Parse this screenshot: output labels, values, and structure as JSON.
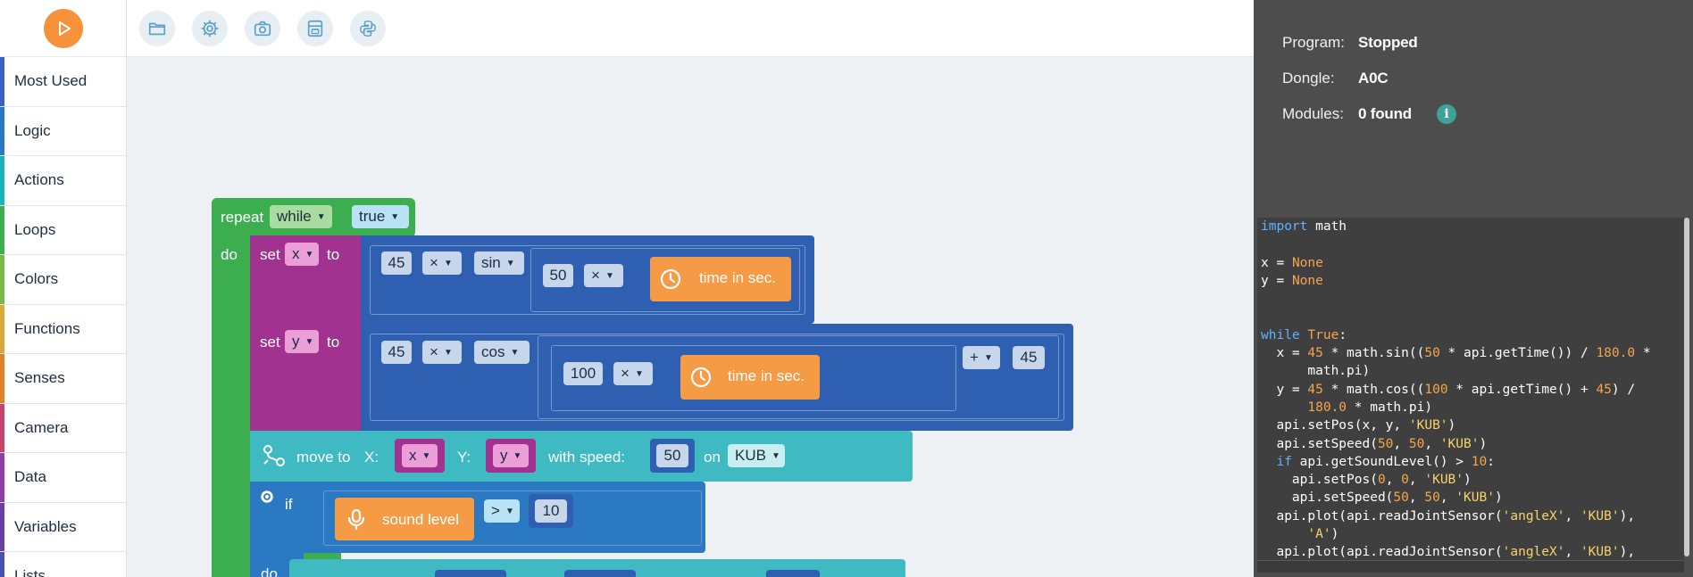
{
  "sidebar": {
    "categories": [
      {
        "label": "Most Used",
        "color": "#3b5fc4"
      },
      {
        "label": "Logic",
        "color": "#2b79c2"
      },
      {
        "label": "Actions",
        "color": "#1db2b9"
      },
      {
        "label": "Loops",
        "color": "#3eae4f"
      },
      {
        "label": "Colors",
        "color": "#7ab648"
      },
      {
        "label": "Functions",
        "color": "#d9a73a"
      },
      {
        "label": "Senses",
        "color": "#e07f2c"
      },
      {
        "label": "Camera",
        "color": "#c8436e"
      },
      {
        "label": "Data",
        "color": "#8c3fa5"
      },
      {
        "label": "Variables",
        "color": "#6a3fa5"
      },
      {
        "label": "Lists",
        "color": "#4a4fb0"
      }
    ]
  },
  "toolbar": {
    "icons": [
      "folder-icon",
      "gear-icon",
      "camera-icon",
      "archive-icon",
      "python-icon"
    ]
  },
  "status": {
    "program_label": "Program:",
    "program_value": "Stopped",
    "dongle_label": "Dongle:",
    "dongle_value": "A0C",
    "modules_label": "Modules:",
    "modules_value": "0 found",
    "info_glyph": "i"
  },
  "blocks": {
    "repeat": "repeat",
    "while": "while",
    "true": "true",
    "do": "do",
    "set": "set",
    "to": "to",
    "var_x": "x",
    "var_y": "y",
    "n45": "45",
    "times": "×",
    "sin": "sin",
    "cos": "cos",
    "n50": "50",
    "n100": "100",
    "time_label": "time in sec.",
    "plus": "+",
    "move_to": "move to",
    "x_label": "X:",
    "y_label": "Y:",
    "with_speed": "with speed:",
    "speed_value": "50",
    "on": "on",
    "kub": "KUB",
    "if": "if",
    "sound_level": "sound level",
    "gt": ">",
    "n10": "10",
    "do2": "do",
    "colors": {
      "loop_green": "#3cae50",
      "set_purple": "#a2328f",
      "math_blue": "#2f5fb0",
      "action_teal": "#3fbac2",
      "logic_blue": "#2b79c2",
      "sense_orange": "#f59b46",
      "var_pink": "#ec9ed9",
      "slot_light": "#c8d6ec"
    }
  },
  "code": {
    "lines": [
      [
        {
          "t": "import",
          "c": "kw"
        },
        {
          "t": " math",
          "c": "op"
        }
      ],
      [],
      [
        {
          "t": "x",
          "c": "op"
        },
        {
          "t": " = ",
          "c": "op"
        },
        {
          "t": "None",
          "c": "num"
        }
      ],
      [
        {
          "t": "y",
          "c": "op"
        },
        {
          "t": " = ",
          "c": "op"
        },
        {
          "t": "None",
          "c": "num"
        }
      ],
      [],
      [],
      [
        {
          "t": "while",
          "c": "kw"
        },
        {
          "t": " ",
          "c": "op"
        },
        {
          "t": "True",
          "c": "num"
        },
        {
          "t": ":",
          "c": "op"
        }
      ],
      [
        {
          "t": "  x = ",
          "c": "op"
        },
        {
          "t": "45",
          "c": "num"
        },
        {
          "t": " * math.sin((",
          "c": "op"
        },
        {
          "t": "50",
          "c": "num"
        },
        {
          "t": " * api.getTime()) / ",
          "c": "op"
        },
        {
          "t": "180.0",
          "c": "num"
        },
        {
          "t": " *",
          "c": "op"
        }
      ],
      [
        {
          "t": "      math.pi)",
          "c": "op"
        }
      ],
      [
        {
          "t": "  y = ",
          "c": "op"
        },
        {
          "t": "45",
          "c": "num"
        },
        {
          "t": " * math.cos((",
          "c": "op"
        },
        {
          "t": "100",
          "c": "num"
        },
        {
          "t": " * api.getTime() + ",
          "c": "op"
        },
        {
          "t": "45",
          "c": "num"
        },
        {
          "t": ") /",
          "c": "op"
        }
      ],
      [
        {
          "t": "      ",
          "c": "op"
        },
        {
          "t": "180.0",
          "c": "num"
        },
        {
          "t": " * math.pi)",
          "c": "op"
        }
      ],
      [
        {
          "t": "  api.setPos(x, y, ",
          "c": "op"
        },
        {
          "t": "'KUB'",
          "c": "str"
        },
        {
          "t": ")",
          "c": "op"
        }
      ],
      [
        {
          "t": "  api.setSpeed(",
          "c": "op"
        },
        {
          "t": "50",
          "c": "num"
        },
        {
          "t": ", ",
          "c": "op"
        },
        {
          "t": "50",
          "c": "num"
        },
        {
          "t": ", ",
          "c": "op"
        },
        {
          "t": "'KUB'",
          "c": "str"
        },
        {
          "t": ")",
          "c": "op"
        }
      ],
      [
        {
          "t": "  ",
          "c": "op"
        },
        {
          "t": "if",
          "c": "kw"
        },
        {
          "t": " api.getSoundLevel() > ",
          "c": "op"
        },
        {
          "t": "10",
          "c": "num"
        },
        {
          "t": ":",
          "c": "op"
        }
      ],
      [
        {
          "t": "    api.setPos(",
          "c": "op"
        },
        {
          "t": "0",
          "c": "num"
        },
        {
          "t": ", ",
          "c": "op"
        },
        {
          "t": "0",
          "c": "num"
        },
        {
          "t": ", ",
          "c": "op"
        },
        {
          "t": "'KUB'",
          "c": "str"
        },
        {
          "t": ")",
          "c": "op"
        }
      ],
      [
        {
          "t": "    api.setSpeed(",
          "c": "op"
        },
        {
          "t": "50",
          "c": "num"
        },
        {
          "t": ", ",
          "c": "op"
        },
        {
          "t": "50",
          "c": "num"
        },
        {
          "t": ", ",
          "c": "op"
        },
        {
          "t": "'KUB'",
          "c": "str"
        },
        {
          "t": ")",
          "c": "op"
        }
      ],
      [
        {
          "t": "  api.plot(api.readJointSensor(",
          "c": "op"
        },
        {
          "t": "'angleX'",
          "c": "str"
        },
        {
          "t": ", ",
          "c": "op"
        },
        {
          "t": "'KUB'",
          "c": "str"
        },
        {
          "t": "),",
          "c": "op"
        }
      ],
      [
        {
          "t": "      ",
          "c": "op"
        },
        {
          "t": "'A'",
          "c": "str"
        },
        {
          "t": ")",
          "c": "op"
        }
      ],
      [
        {
          "t": "  api.plot(api.readJointSensor(",
          "c": "op"
        },
        {
          "t": "'angleX'",
          "c": "str"
        },
        {
          "t": ", ",
          "c": "op"
        },
        {
          "t": "'KUB'",
          "c": "str"
        },
        {
          "t": "),",
          "c": "op"
        }
      ]
    ]
  }
}
